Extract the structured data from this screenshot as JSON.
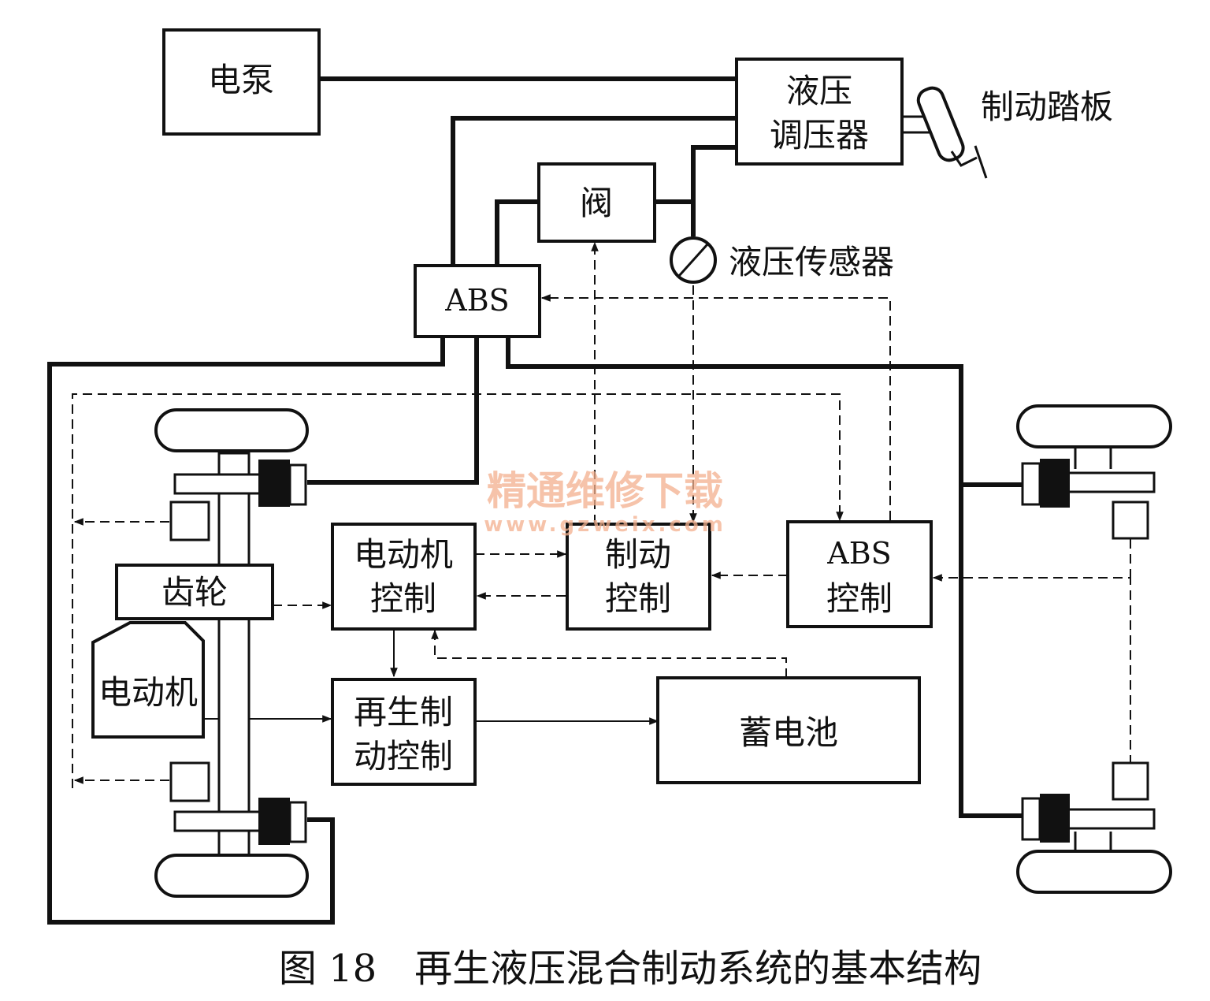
{
  "blocks": {
    "pump": "电泵",
    "regulator_line1": "液压",
    "regulator_line2": "调压器",
    "pedal": "制动踏板",
    "valve": "阀",
    "sensor": "液压传感器",
    "abs_unit": "ABS",
    "gear": "齿轮",
    "motor": "电动机",
    "motor_ctrl_line1": "电动机",
    "motor_ctrl_line2": "控制",
    "brake_ctrl_line1": "制动",
    "brake_ctrl_line2": "控制",
    "abs_ctrl_line1": "ABS",
    "abs_ctrl_line2": "控制",
    "regen_ctrl_line1": "再生制",
    "regen_ctrl_line2": "动控制",
    "battery": "蓄电池"
  },
  "caption": "图 18　再生液压混合制动系统的基本结构",
  "watermark": {
    "title": "精通维修下载",
    "url": "www.gzweix.com"
  },
  "colors": {
    "line": "#111111",
    "watermark": "#f3b08e"
  }
}
